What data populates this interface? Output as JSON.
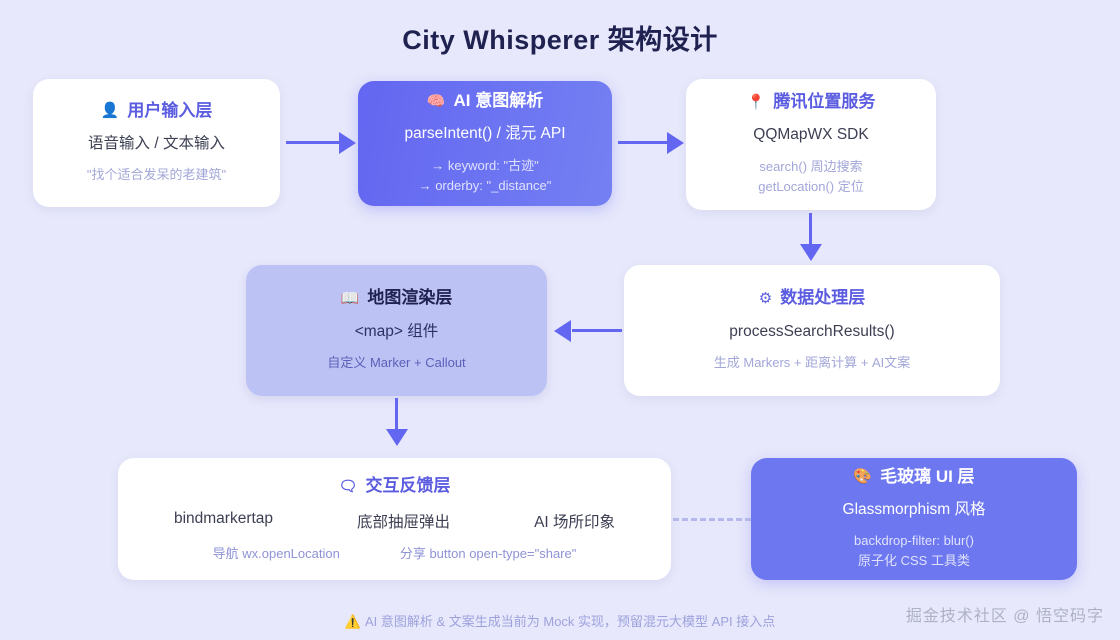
{
  "page": {
    "title": "City Whisperer 架构设计",
    "background_color": "#e7e8fb",
    "accent_color": "#6366f1",
    "heading_color": "#5b5ce0"
  },
  "cards": {
    "user_input": {
      "icon": "user-icon",
      "icon_glyph": "👤",
      "title": "用户输入层",
      "main": "语音输入 / 文本输入",
      "sub": "\"找个适合发呆的老建筑\"",
      "style": "white"
    },
    "ai_intent": {
      "icon": "brain-icon",
      "icon_glyph": "🧠",
      "title": "AI 意图解析",
      "main": "parseIntent() / 混元 API",
      "sub1": "→ keyword: \"古迹\"",
      "sub2": "→ orderby: \"_distance\"",
      "style": "gradient"
    },
    "tencent_location": {
      "icon": "map-pin-icon",
      "icon_glyph": "📍",
      "title": "腾讯位置服务",
      "main": "QQMapWX SDK",
      "sub1": "search() 周边搜索",
      "sub2": "getLocation() 定位",
      "style": "white"
    },
    "data_process": {
      "icon": "gear-icon",
      "icon_glyph": "⚙",
      "title": "数据处理层",
      "main": "processSearchResults()",
      "sub": "生成 Markers + 距离计算 + AI文案",
      "style": "white"
    },
    "map_render": {
      "icon": "map-icon",
      "icon_glyph": "📖",
      "title": "地图渲染层",
      "main": "<map> 组件",
      "sub": "自定义 Marker + Callout",
      "style": "lavender"
    },
    "interaction": {
      "icon": "speech-bubble-icon",
      "icon_glyph": "🗨",
      "title": "交互反馈层",
      "columns": [
        "bindmarkertap",
        "底部抽屉弹出",
        "AI 场所印象"
      ],
      "subs": [
        "导航 wx.openLocation",
        "分享 button open-type=\"share\""
      ],
      "style": "white"
    },
    "glass_ui": {
      "icon": "palette-icon",
      "icon_glyph": "🎨",
      "title": "毛玻璃 UI 层",
      "main": "Glassmorphism 风格",
      "sub1": "backdrop-filter: blur()",
      "sub2": "原子化 CSS 工具类",
      "style": "solid"
    }
  },
  "footer": {
    "warn_icon": "⚠️",
    "note": "AI 意图解析 & 文案生成当前为 Mock 实现，预留混元大模型 API 接入点",
    "watermark": "掘金技术社区 @ 悟空码字"
  }
}
